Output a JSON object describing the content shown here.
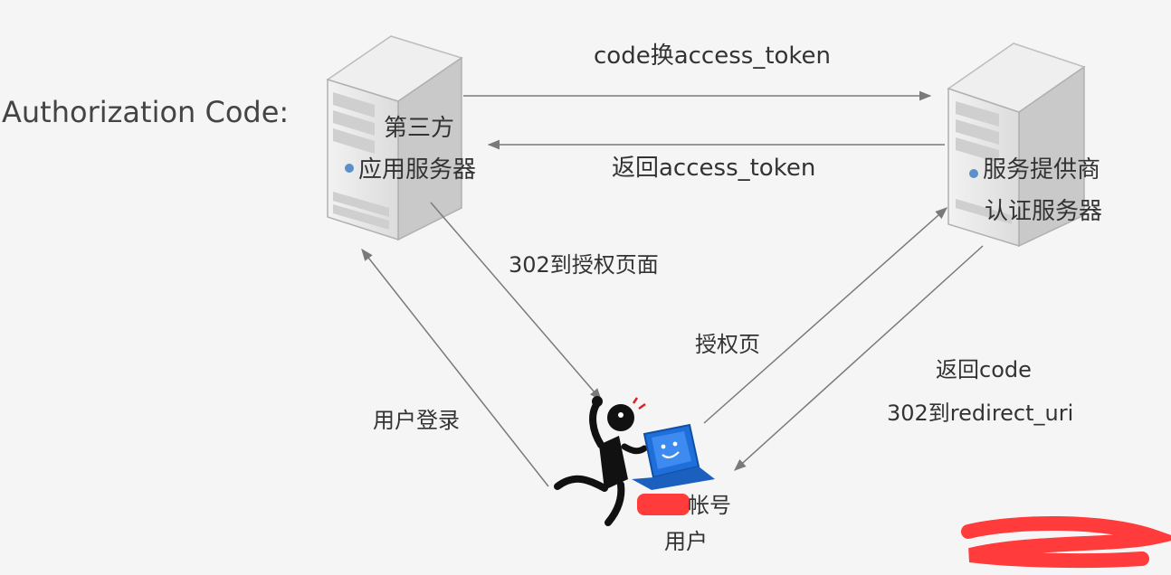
{
  "diagram": {
    "title": "Authorization Code:",
    "client_server_label_1": "第三方",
    "client_server_label_2": "应用服务器",
    "auth_server_label_1": "服务提供商",
    "auth_server_label_2": "认证服务器",
    "edge_code_exchange": "code换access_token",
    "edge_return_token": "返回access_token",
    "edge_redirect_auth": "302到授权页面",
    "edge_auth_page": "授权页",
    "edge_return_code_1": "返回code",
    "edge_return_code_2": "302到redirect_uri",
    "edge_user_login": "用户登录",
    "user_account_label": "帐号",
    "user_label": "用户"
  },
  "colors": {
    "background": "#f5f5f5",
    "server_body": "#e6e6e6",
    "server_side": "#c9c9c9",
    "arrow": "#7a7a7a",
    "laptop": "#1e6fd9",
    "person": "#111111",
    "accent_red": "#e02020",
    "redaction": "#ff3b3b"
  },
  "icons": [
    "server-icon",
    "person-icon",
    "laptop-icon"
  ]
}
